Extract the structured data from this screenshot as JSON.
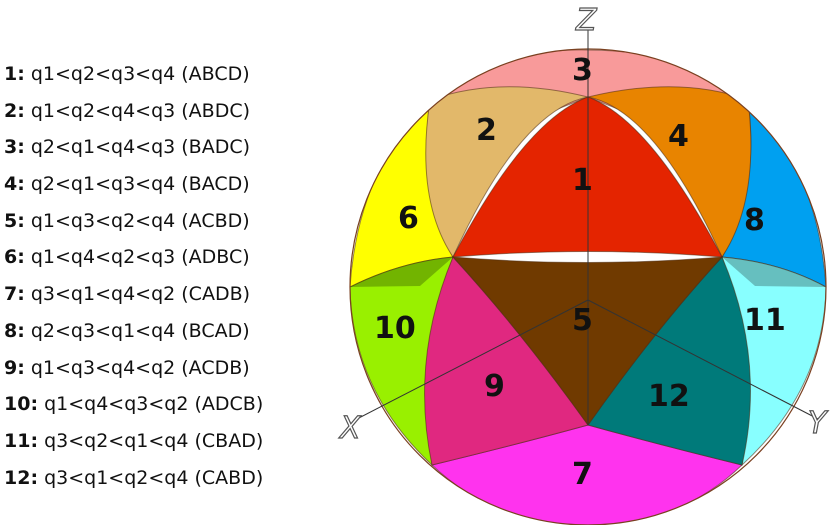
{
  "legend": [
    {
      "num": "1:",
      "text": "q1<q2<q3<q4 (ABCD)"
    },
    {
      "num": "2:",
      "text": "q1<q2<q4<q3 (ABDC)"
    },
    {
      "num": "3:",
      "text": "q2<q1<q4<q3 (BADC)"
    },
    {
      "num": "4:",
      "text": "q2<q1<q3<q4 (BACD)"
    },
    {
      "num": "5:",
      "text": "q1<q3<q2<q4 (ACBD)"
    },
    {
      "num": "6:",
      "text": "q1<q4<q2<q3 (ADBC)"
    },
    {
      "num": "7:",
      "text": "q3<q1<q4<q2 (CADB)"
    },
    {
      "num": "8:",
      "text": "q2<q3<q1<q4 (BCAD)"
    },
    {
      "num": "9:",
      "text": "q1<q3<q4<q2 (ACDB)"
    },
    {
      "num": "10:",
      "text": "q1<q4<q3<q2 (ADCB)"
    },
    {
      "num": "11:",
      "text": "q3<q2<q1<q4 (CBAD)"
    },
    {
      "num": "12:",
      "text": "q3<q1<q2<q4 (CABD)"
    }
  ],
  "regions": [
    {
      "label": "1",
      "color": "#e42400"
    },
    {
      "label": "2",
      "color": "#e2b86a"
    },
    {
      "label": "3",
      "color": "#f89a9a"
    },
    {
      "label": "4",
      "color": "#e88400"
    },
    {
      "label": "5",
      "color": "#703a00"
    },
    {
      "label": "6",
      "color": "#ffff00"
    },
    {
      "label": "7",
      "color": "#ff33ee"
    },
    {
      "label": "8",
      "color": "#00a0f0"
    },
    {
      "label": "9",
      "color": "#e02880"
    },
    {
      "label": "10",
      "color": "#99f000"
    },
    {
      "label": "11",
      "color": "#88ffff"
    },
    {
      "label": "12",
      "color": "#007a7a"
    }
  ],
  "axes": {
    "z": "Z",
    "x": "X",
    "y": "Y"
  }
}
